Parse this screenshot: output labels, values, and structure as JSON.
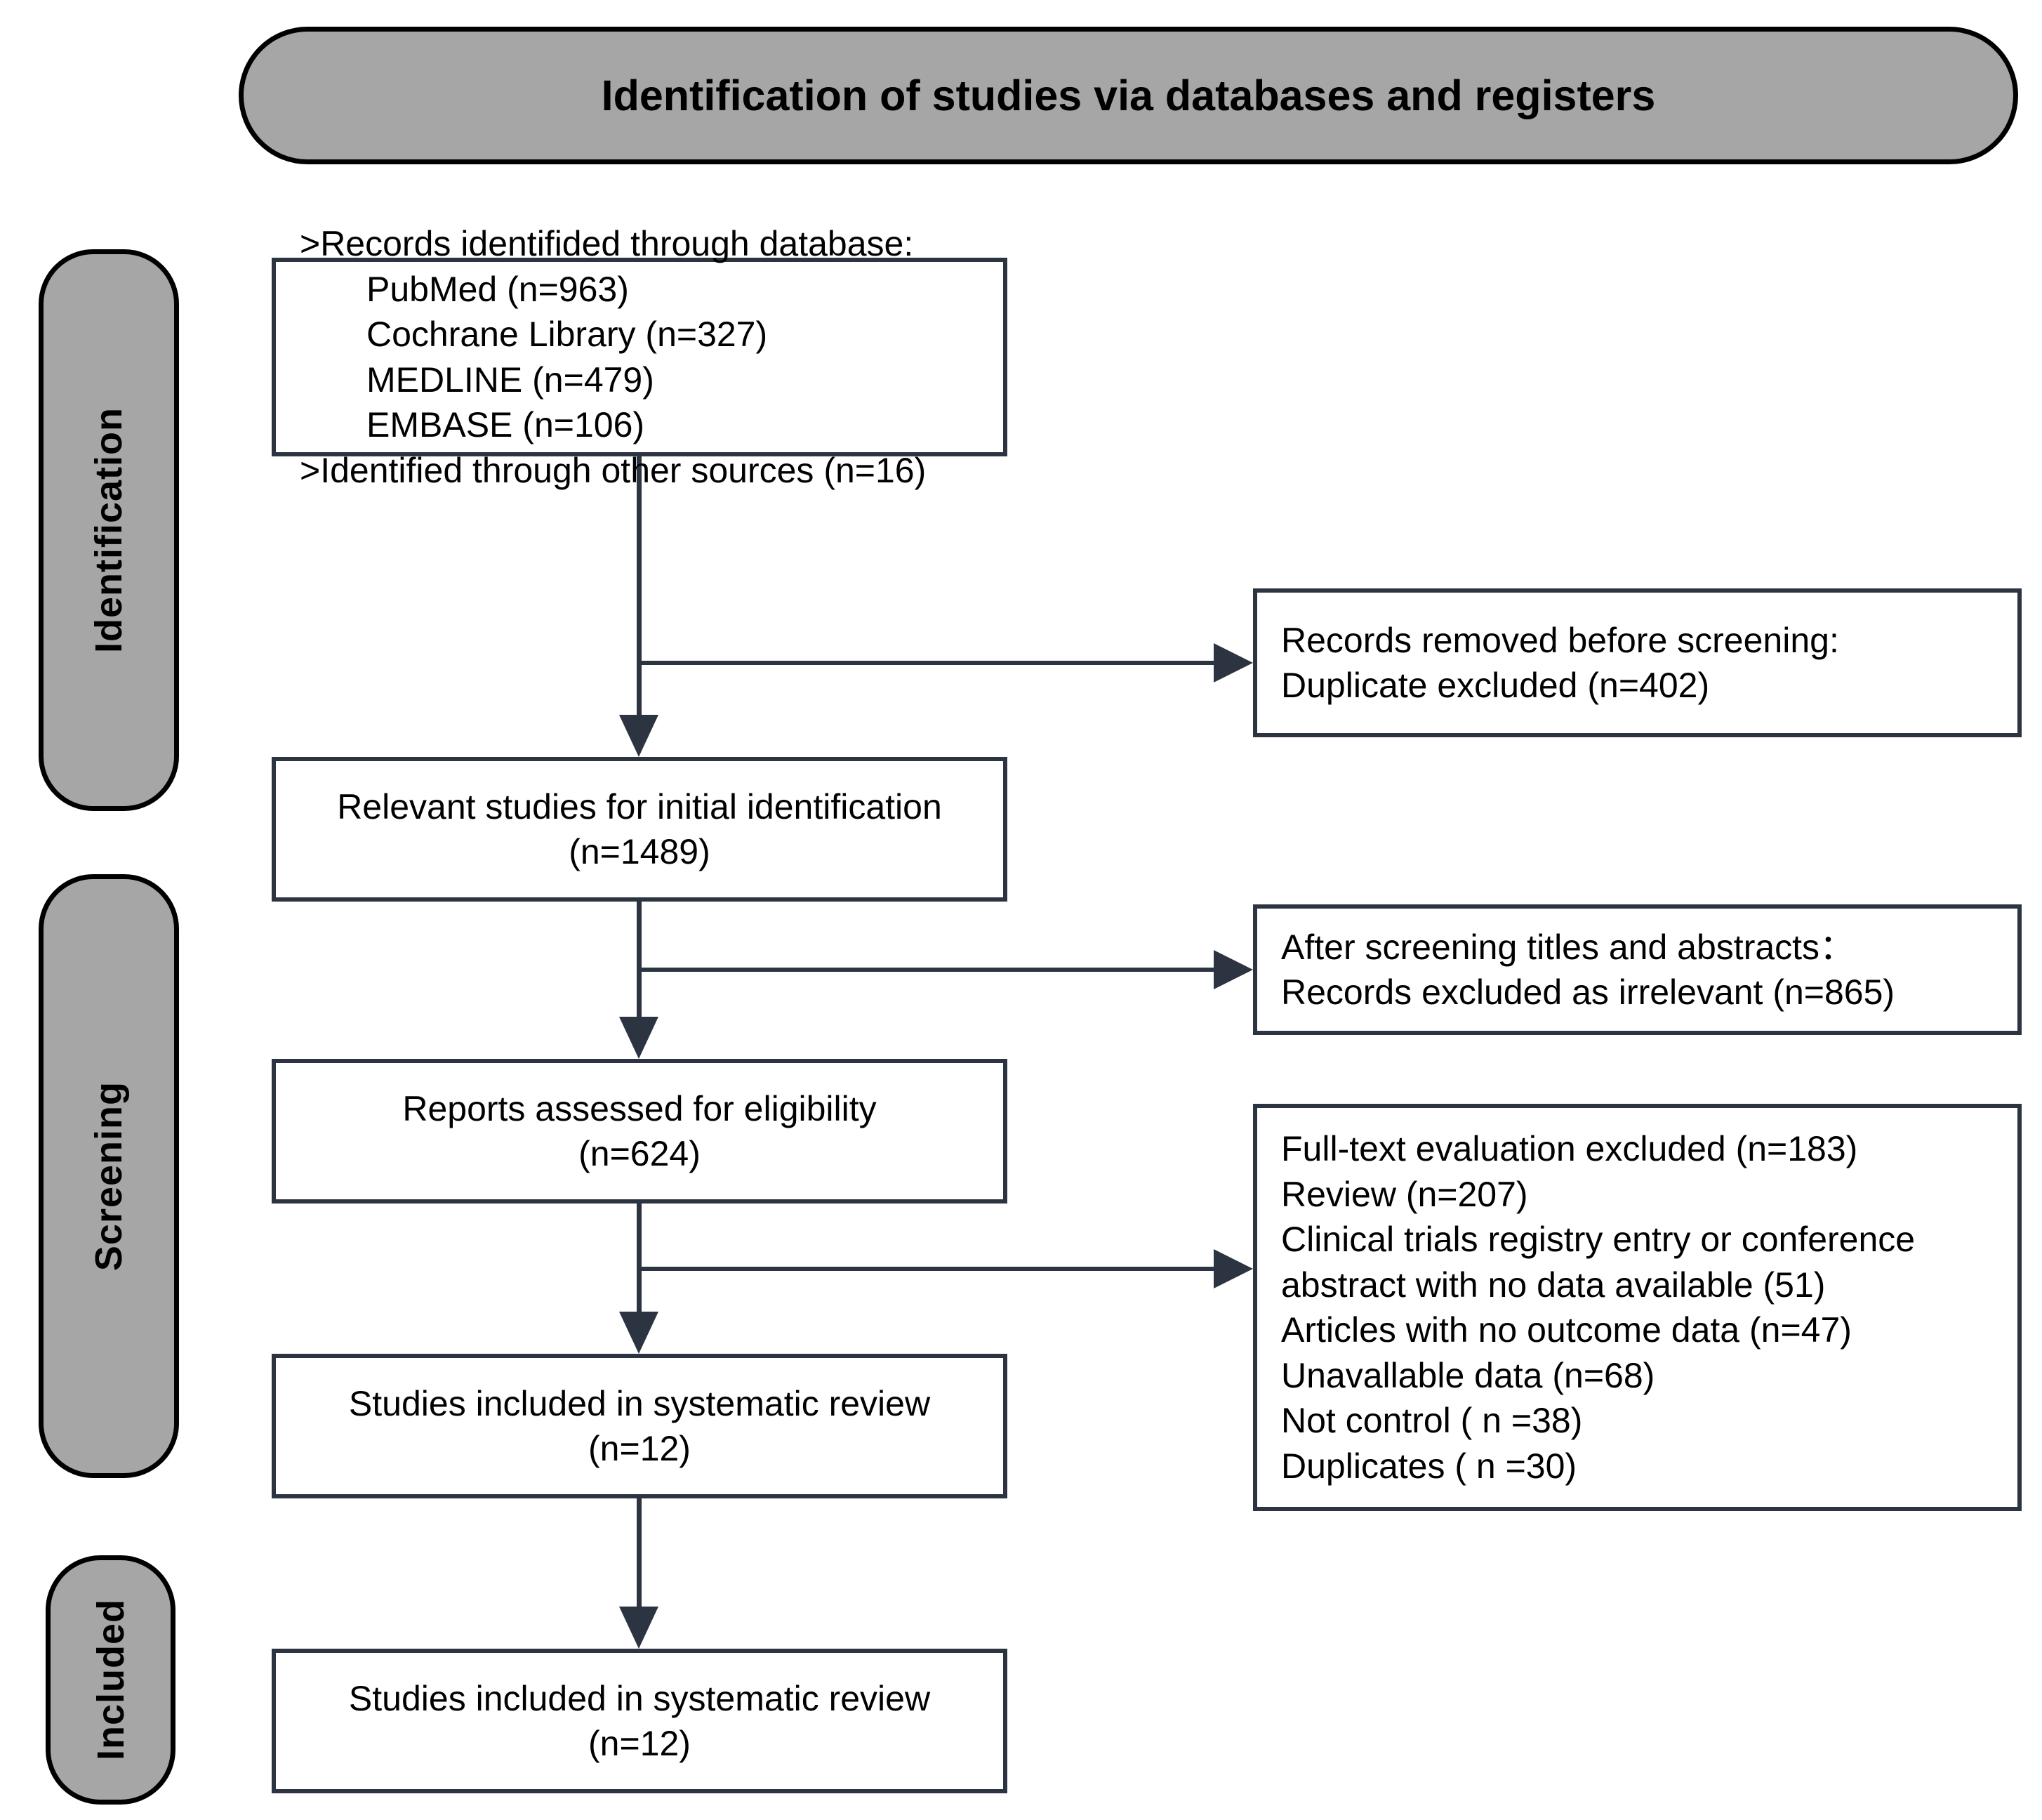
{
  "banner": {
    "title": "Identification of studies via databases and registers"
  },
  "stages": [
    {
      "id": "identification",
      "label": "Identification"
    },
    {
      "id": "screening",
      "label": "Screening"
    },
    {
      "id": "included",
      "label": "Included"
    }
  ],
  "boxes": {
    "identified": {
      "lines": [
        ">Records identifided through database:",
        "PubMed (n=963)",
        "Cochrane Library (n=327)",
        "MEDLINE (n=479)",
        "EMBASE (n=106)",
        ">Identified through other sources (n=16)"
      ]
    },
    "removed": {
      "lines": [
        "Records removed before screening:",
        "Duplicate excluded (n=402)"
      ]
    },
    "relevant": {
      "lines": [
        "Relevant studies for initial identification",
        "(n=1489)"
      ]
    },
    "screened_out": {
      "lines": [
        "After screening titles and abstracts：",
        "Records excluded as irrelevant (n=865)"
      ]
    },
    "eligibility": {
      "lines": [
        "Reports assessed for eligibility",
        "(n=624)"
      ]
    },
    "fulltext_out": {
      "lines": [
        "Full-text evaluation excluded (n=183)",
        "Review (n=207)",
        "Clinical trials registry entry or conference",
        "abstract with no data available (51)",
        "Articles with no outcome data (n=47)",
        "Unavallable data (n=68)",
        "Not control ( n =38)",
        "Duplicates ( n =30)"
      ]
    },
    "included_sr": {
      "lines": [
        "Studies included in systematic review",
        "(n=12)"
      ]
    },
    "included_final": {
      "lines": [
        "Studies included in systematic review",
        "(n=12)"
      ]
    }
  },
  "colors": {
    "banner_fill": "#a6a6a6",
    "pill_fill": "#a6a6a6",
    "box_border": "#2b3440",
    "box_fill": "#ffffff",
    "connector": "#2b3440",
    "text": "#000000"
  },
  "chart_data": {
    "type": "diagram",
    "title": "Identification of studies via databases and registers",
    "diagram_kind": "PRISMA flow diagram",
    "stages": [
      "Identification",
      "Screening",
      "Included"
    ],
    "nodes": [
      {
        "id": "identified",
        "stage": "Identification",
        "label": "Records identifided through database",
        "counts": {
          "PubMed": 963,
          "Cochrane Library": 327,
          "MEDLINE": 479,
          "EMBASE": 106,
          "Other sources": 16
        }
      },
      {
        "id": "removed",
        "stage": "Identification",
        "label": "Records removed before screening: Duplicate excluded",
        "n": 402
      },
      {
        "id": "relevant",
        "stage": "Screening",
        "label": "Relevant studies for initial identification",
        "n": 1489
      },
      {
        "id": "screened_out",
        "stage": "Screening",
        "label": "After screening titles and abstracts: Records excluded as irrelevant",
        "n": 865
      },
      {
        "id": "eligibility",
        "stage": "Screening",
        "label": "Reports assessed for eligibility",
        "n": 624
      },
      {
        "id": "fulltext_out",
        "stage": "Screening",
        "label": "Full-text evaluation excluded",
        "n": 183,
        "reasons": {
          "Review": 207,
          "Clinical trials registry entry or conference abstract with no data available": 51,
          "Articles with no outcome data": 47,
          "Unavallable data": 68,
          "Not control": 38,
          "Duplicates": 30
        }
      },
      {
        "id": "included_sr",
        "stage": "Screening",
        "label": "Studies included in systematic review",
        "n": 12
      },
      {
        "id": "included_final",
        "stage": "Included",
        "label": "Studies included in systematic review",
        "n": 12
      }
    ],
    "edges": [
      {
        "from": "identified",
        "to": "relevant",
        "direction": "down"
      },
      {
        "from": "identified",
        "to": "removed",
        "direction": "right"
      },
      {
        "from": "relevant",
        "to": "eligibility",
        "direction": "down"
      },
      {
        "from": "relevant",
        "to": "screened_out",
        "direction": "right"
      },
      {
        "from": "eligibility",
        "to": "included_sr",
        "direction": "down"
      },
      {
        "from": "eligibility",
        "to": "fulltext_out",
        "direction": "right"
      },
      {
        "from": "included_sr",
        "to": "included_final",
        "direction": "down"
      }
    ]
  }
}
